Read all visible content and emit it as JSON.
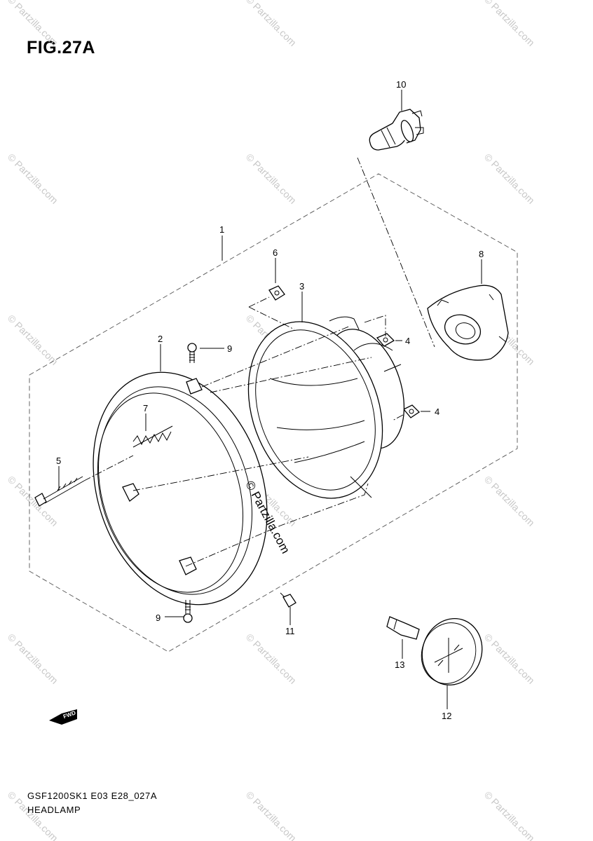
{
  "figure": {
    "title": "FIG.27A",
    "code": "GSF1200SK1 E03 E28_027A",
    "name": "HEADLAMP"
  },
  "watermark": {
    "text": "© Partzilla.com",
    "center_text": "© Partzilla.com"
  },
  "callouts": [
    {
      "id": "1",
      "label": "1"
    },
    {
      "id": "2",
      "label": "2"
    },
    {
      "id": "3",
      "label": "3"
    },
    {
      "id": "4a",
      "label": "4"
    },
    {
      "id": "4b",
      "label": "4"
    },
    {
      "id": "5",
      "label": "5"
    },
    {
      "id": "6",
      "label": "6"
    },
    {
      "id": "7",
      "label": "7"
    },
    {
      "id": "8",
      "label": "8"
    },
    {
      "id": "9a",
      "label": "9"
    },
    {
      "id": "9b",
      "label": "9"
    },
    {
      "id": "10",
      "label": "10"
    },
    {
      "id": "11",
      "label": "11"
    },
    {
      "id": "12",
      "label": "12"
    },
    {
      "id": "13",
      "label": "13"
    }
  ],
  "parts": [
    {
      "ref": "1",
      "name": "headlamp-assembly"
    },
    {
      "ref": "2",
      "name": "headlamp-rim"
    },
    {
      "ref": "3",
      "name": "headlamp-unit"
    },
    {
      "ref": "4",
      "name": "nut"
    },
    {
      "ref": "5",
      "name": "adjusting-screw"
    },
    {
      "ref": "6",
      "name": "nut"
    },
    {
      "ref": "7",
      "name": "spring"
    },
    {
      "ref": "8",
      "name": "bulb-cover"
    },
    {
      "ref": "9",
      "name": "screw"
    },
    {
      "ref": "10",
      "name": "bulb"
    },
    {
      "ref": "11",
      "name": "screw"
    },
    {
      "ref": "12",
      "name": "reflector"
    },
    {
      "ref": "13",
      "name": "bolt"
    }
  ],
  "fwd_arrow": {
    "label": "FWD",
    "icon": "fwd-arrow-icon"
  }
}
